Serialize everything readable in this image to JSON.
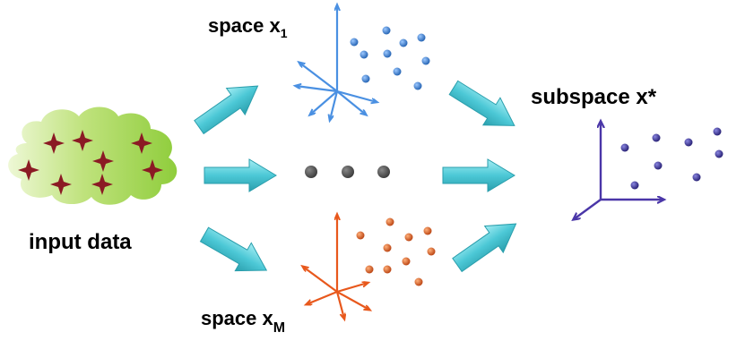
{
  "labels": {
    "input": "input data",
    "space_first": "space  x",
    "space_first_sub": "1",
    "space_last": "space x",
    "space_last_sub": "M",
    "subspace": "subspace  x*"
  },
  "colors": {
    "cloud": "#9ad24a",
    "cloud_light": "#e9f6c9",
    "star": "#8b1a24",
    "arrow": "#49c9d6",
    "arrow_dark": "#1f8f9c",
    "ellipsis_dots": "#555555",
    "space1_axes": "#4a90e2",
    "space1_dots": "#2f6fc0",
    "spaceM_axes": "#e8581c",
    "spaceM_dots": "#c94a16",
    "subspace_axes": "#4a36a8",
    "subspace_dots": "#2c2480"
  },
  "icons": {
    "arrows": "flow-arrow-icon",
    "stars": "star-icon"
  }
}
